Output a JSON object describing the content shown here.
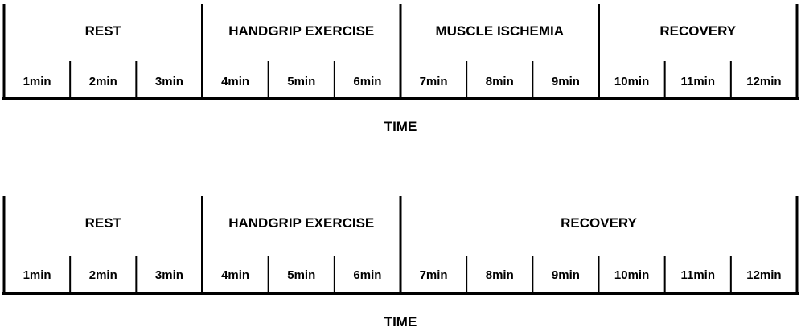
{
  "diagrams": [
    {
      "phases": [
        {
          "label": "REST",
          "minutes": [
            "1min",
            "2min",
            "3min"
          ]
        },
        {
          "label": "HANDGRIP EXERCISE",
          "minutes": [
            "4min",
            "5min",
            "6min"
          ]
        },
        {
          "label": "MUSCLE ISCHEMIA",
          "minutes": [
            "7min",
            "8min",
            "9min"
          ]
        },
        {
          "label": "RECOVERY",
          "minutes": [
            "10min",
            "11min",
            "12min"
          ]
        }
      ],
      "axis_label": "TIME"
    },
    {
      "phases": [
        {
          "label": "REST",
          "minutes": [
            "1min",
            "2min",
            "3min"
          ]
        },
        {
          "label": "HANDGRIP EXERCISE",
          "minutes": [
            "4min",
            "5min",
            "6min"
          ]
        },
        {
          "label": "RECOVERY",
          "minutes": [
            "7min",
            "8min",
            "9min",
            "10min",
            "11min",
            "12min"
          ]
        }
      ],
      "axis_label": "TIME"
    }
  ]
}
